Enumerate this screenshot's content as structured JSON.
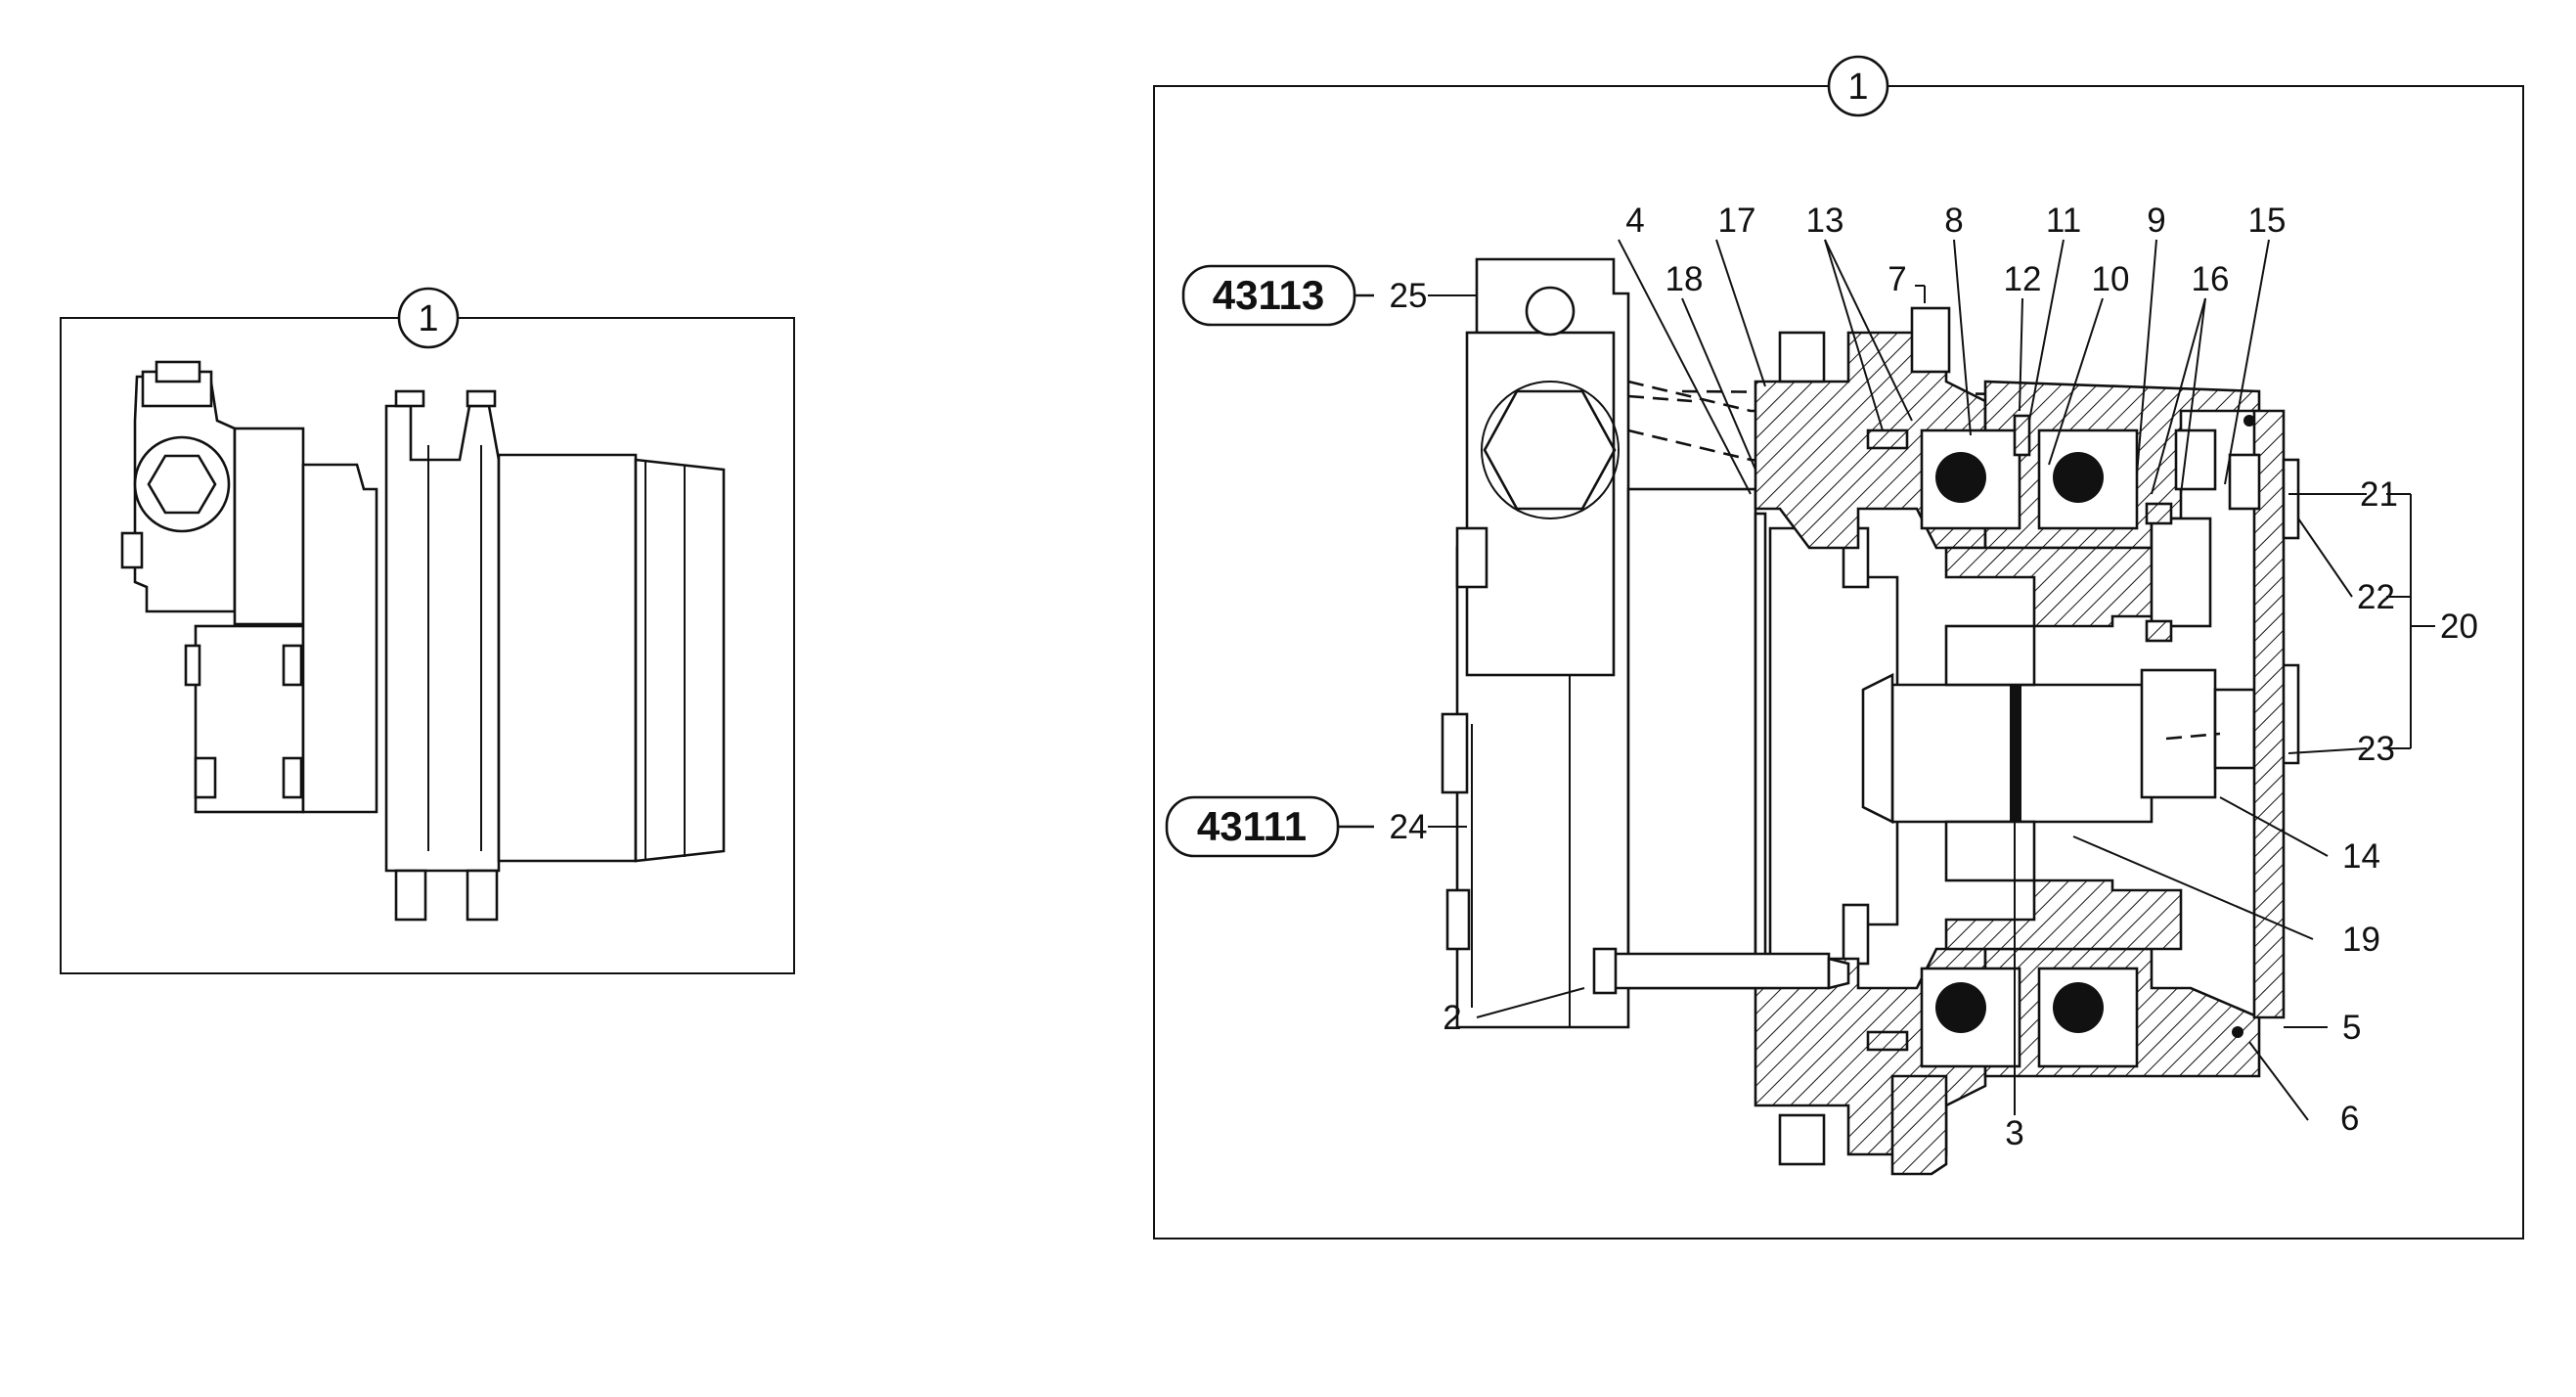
{
  "diagram": {
    "left_view": {
      "assembly_bubble": "1"
    },
    "right_view": {
      "assembly_bubble": "1",
      "ref_boxes": [
        {
          "label": "43113",
          "item": "25"
        },
        {
          "label": "43111",
          "item": "24"
        }
      ],
      "callouts": [
        "4",
        "17",
        "13",
        "8",
        "11",
        "9",
        "15",
        "18",
        "7",
        "12",
        "10",
        "16",
        "21",
        "22",
        "20",
        "23",
        "14",
        "19",
        "2",
        "5",
        "6",
        "3",
        "25",
        "24"
      ]
    }
  },
  "colors": {
    "ink": "#111111",
    "paper": "#ffffff"
  },
  "icons": [
    "assembly-bubble",
    "hatched-section",
    "ball-bearing"
  ]
}
